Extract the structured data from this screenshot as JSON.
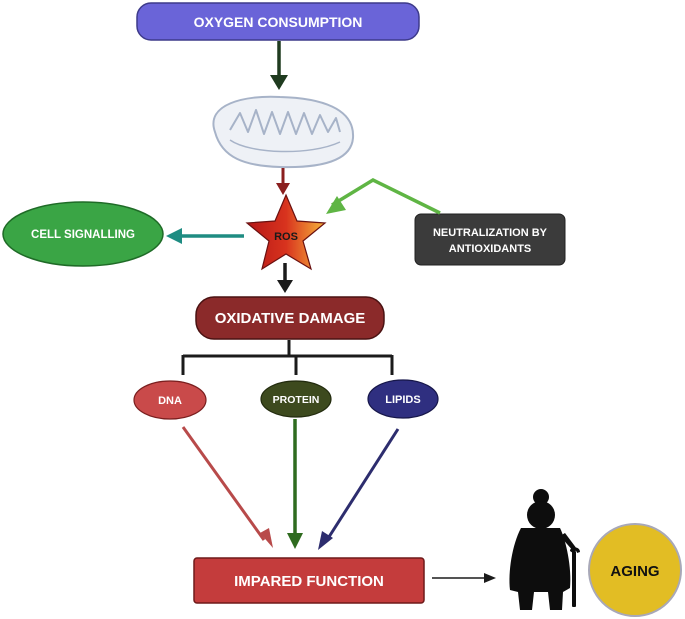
{
  "nodes": {
    "oxygen_consumption": "OXYGEN CONSUMPTION",
    "ros": "ROS",
    "cell_signalling": "CELL SIGNALLING",
    "neutralization_line1": "NEUTRALIZATION BY",
    "neutralization_line2": "ANTIOXIDANTS",
    "oxidative_damage": "OXIDATIVE DAMAGE",
    "dna": "DNA",
    "protein": "PROTEIN",
    "lipids": "LIPIDS",
    "impaired_function": "IMPARED FUNCTION",
    "aging": "AGING"
  },
  "icons": {
    "mitochondrion": "mitochondrion-icon",
    "elderly_person": "elderly-person-icon"
  },
  "colors": {
    "oxygen_fill": "#6a64d8",
    "cell_signalling_fill": "#3aa545",
    "neutralization_fill": "#3b3b3b",
    "oxidative_fill": "#8b2a2a",
    "dna_fill": "#c94a4a",
    "protein_fill": "#3d4a1e",
    "lipids_fill": "#2f2f80",
    "impaired_fill": "#c43c3c",
    "aging_fill": "#e2bd24"
  }
}
